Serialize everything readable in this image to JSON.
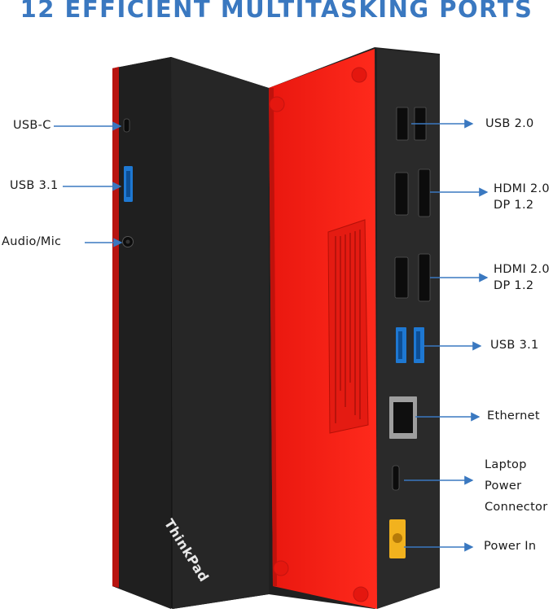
{
  "title": "12 EFFICIENT MULTITASKING PORTS",
  "brand": "ThinkPad",
  "ports_left": {
    "usb_c": "USB-C",
    "usb31": "USB 3.1",
    "audio": "Audio/Mic"
  },
  "ports_right": {
    "usb20": "USB 2.0",
    "hdmi1_a": "HDMI 2.0",
    "hdmi1_b": "DP 1.2",
    "hdmi2_a": "HDMI 2.0",
    "hdmi2_b": "DP 1.2",
    "usb31": "USB 3.1",
    "ethernet": "Ethernet",
    "laptop_1": "Laptop",
    "laptop_2": "Power",
    "laptop_3": "Connector",
    "power": "Power In"
  },
  "colors": {
    "accent": "#3a78c0",
    "dock_red": "#f01e14",
    "dock_black": "#1e1e1e",
    "usb3_blue": "#1e78d2",
    "power_yellow": "#f2b21e"
  }
}
